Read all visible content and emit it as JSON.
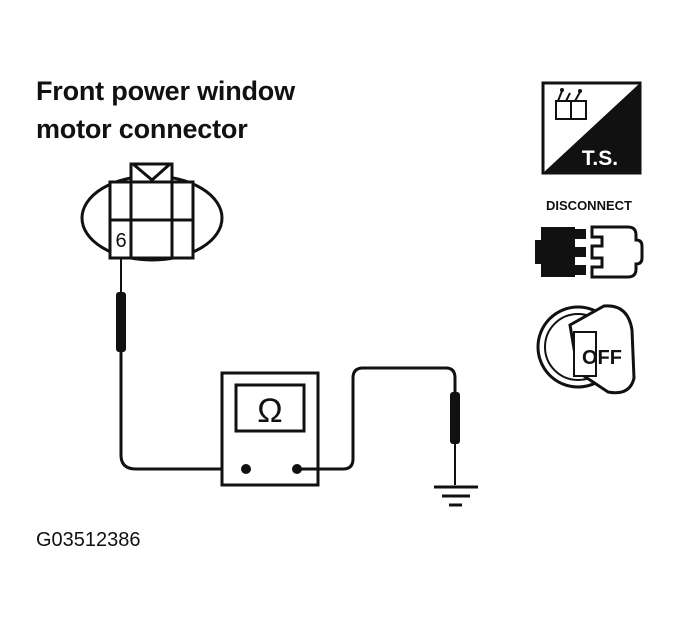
{
  "title": {
    "line1": "Front power window",
    "line2": "motor connector"
  },
  "connector": {
    "pin_label": "6"
  },
  "meter": {
    "symbol": "Ω"
  },
  "icons": {
    "ts_label": "T.S.",
    "disconnect_label": "DISCONNECT",
    "off_label": "OFF"
  },
  "figure_id": "G03512386",
  "colors": {
    "ink": "#111111",
    "background": "#ffffff"
  }
}
